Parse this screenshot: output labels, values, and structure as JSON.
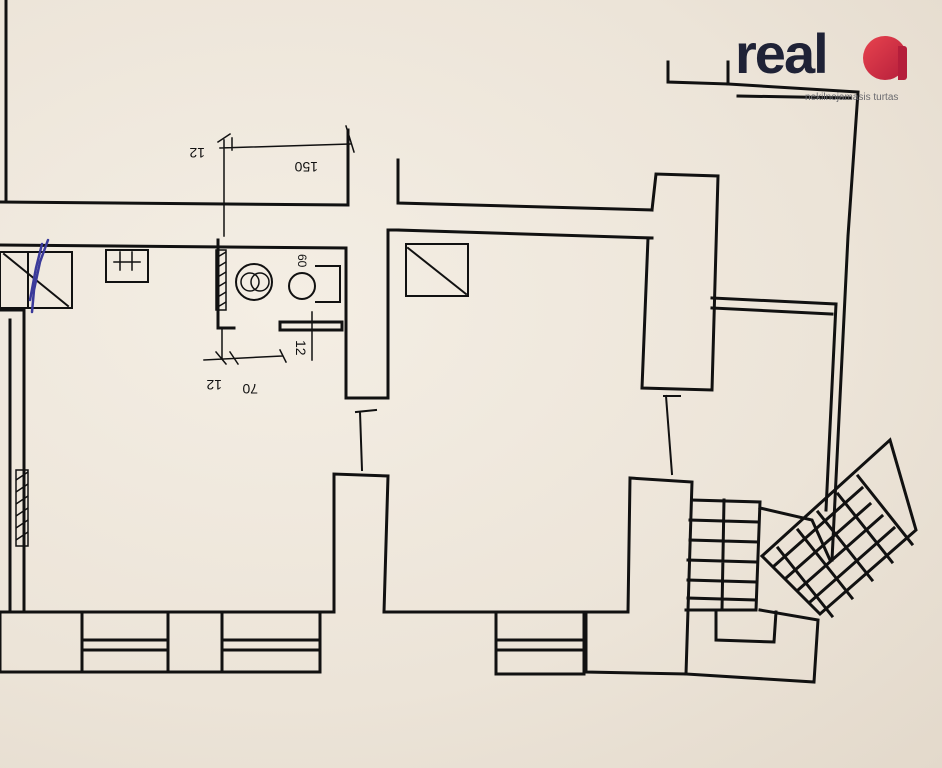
{
  "brand": {
    "name": "reala",
    "name_main": "real",
    "name_accent": "a",
    "tagline": "nekilnojamasis turtas",
    "accent_color": "#d42f46",
    "text_color": "#1f2236"
  },
  "dimensions": {
    "top_150": "150",
    "top_12": "12",
    "bottom_12": "12",
    "bottom_70": "70",
    "side_12": "12",
    "fixture_60": "60"
  },
  "colors": {
    "paper": "#efe8dd",
    "ink": "#111111",
    "marker": "#3a3a9a"
  }
}
